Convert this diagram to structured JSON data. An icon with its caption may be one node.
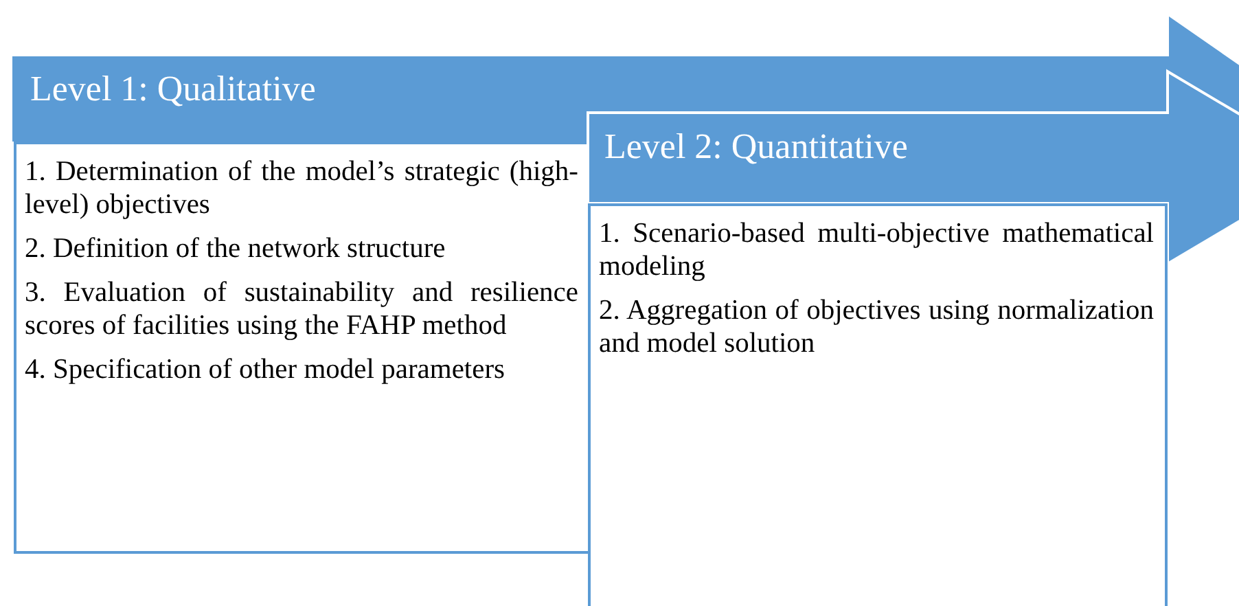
{
  "diagram": {
    "nodes": [
      {
        "text": [
          "Level 1: Qualitative"
        ]
      },
      {
        "text": [
          "1. Determination of the model’s strategic (high-level) objectives",
          "2. Definition of the network structure",
          "3. Evaluation of sustainability and resilience scores of facilities using the FAHP method",
          "4. Specification of other model parameters"
        ]
      },
      {
        "text": [
          "Level 2: Quantitative"
        ]
      },
      {
        "text": [
          "1. Scenario-based multi-objective mathematical modeling",
          "2. Aggregation of objectives using normalization and model solution"
        ]
      }
    ],
    "edges": []
  }
}
